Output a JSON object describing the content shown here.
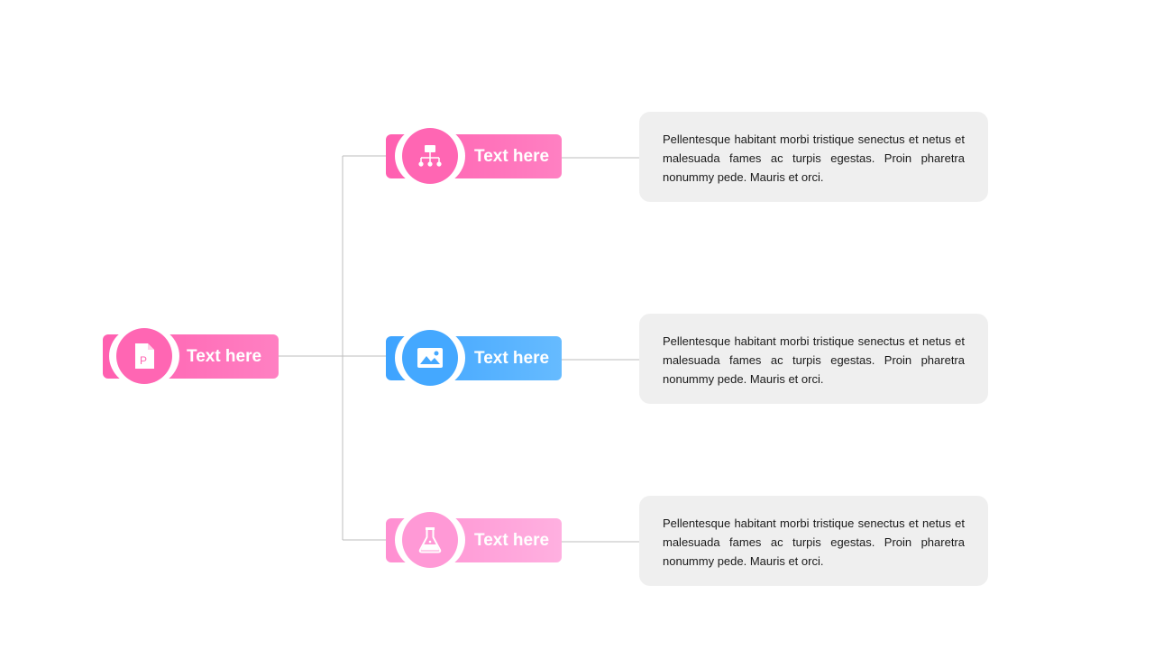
{
  "colors": {
    "pink": "#ff66b3",
    "pink_light": "#ff99d6",
    "blue": "#44a8ff",
    "connector": "#bdbdbd",
    "box_bg": "#efefef"
  },
  "root": {
    "label": "Text here",
    "icon": "document-icon",
    "icon_letter": "P"
  },
  "branches": [
    {
      "label": "Text here",
      "icon": "org-chart-icon",
      "description": "Pellentesque habitant morbi tristique senectus et netus et malesuada fames ac turpis egestas. Proin pharetra nonummy pede. Mauris et orci."
    },
    {
      "label": "Text here",
      "icon": "image-icon",
      "description": "Pellentesque habitant morbi tristique senectus et netus et malesuada fames ac turpis egestas. Proin pharetra nonummy pede. Mauris et orci."
    },
    {
      "label": "Text here",
      "icon": "flask-icon",
      "description": "Pellentesque habitant morbi tristique senectus et netus et malesuada fames ac turpis egestas. Proin pharetra nonummy pede. Mauris et orci."
    }
  ]
}
